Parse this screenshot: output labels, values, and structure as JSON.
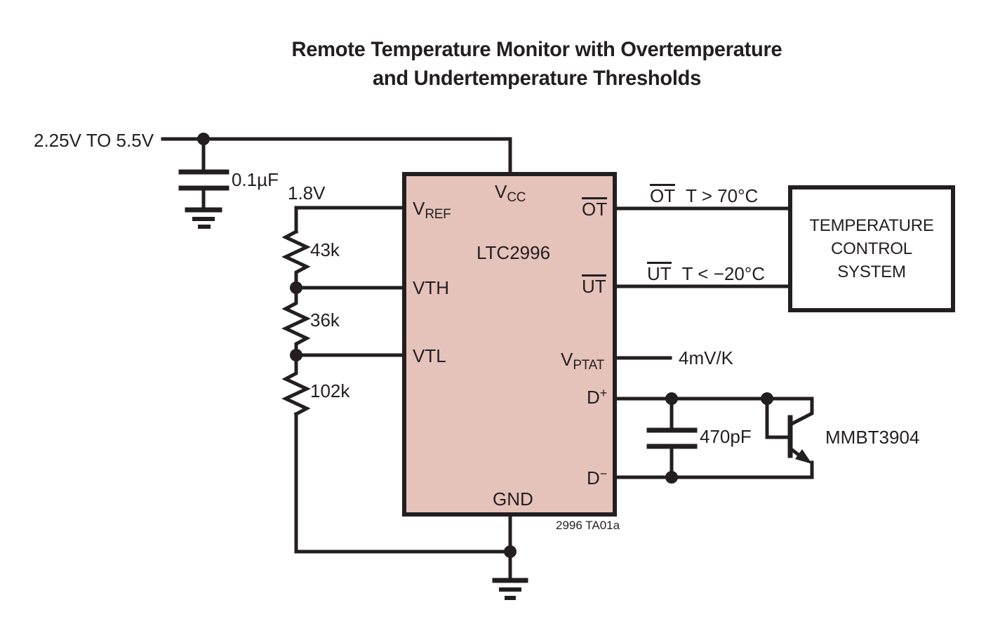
{
  "title": {
    "line1": "Remote Temperature Monitor with Overtemperature",
    "line2": "and Undertemperature Thresholds"
  },
  "colors": {
    "line": "#231f20",
    "ic_fill": "#e5c2ba",
    "box_fill": "#ffffff"
  },
  "supply": {
    "range": "2.25V TO 5.5V",
    "bypass_cap": "0.1µF"
  },
  "divider": {
    "reference": "1.8V",
    "r_top": "43k",
    "r_mid": "36k",
    "r_bottom": "102k"
  },
  "ic": {
    "part": "LTC2996",
    "note": "2996 TA01a",
    "pins": {
      "vcc": {
        "base": "V",
        "sub": "CC"
      },
      "vref": {
        "base": "V",
        "sub": "REF"
      },
      "vth": "VTH",
      "vtl": "VTL",
      "ot": "OT",
      "ut": "UT",
      "vptat": {
        "base": "V",
        "sub": "PTAT"
      },
      "d_plus": {
        "base": "D",
        "sup": "+"
      },
      "d_minus": {
        "base": "D",
        "sup": "−"
      },
      "gnd": "GND"
    }
  },
  "outputs": {
    "ot": {
      "signal": "OT",
      "condition": "T > 70°C"
    },
    "ut": {
      "signal": "UT",
      "condition": "T < −20°C"
    },
    "vptat": "4mV/K"
  },
  "control_box": {
    "line1": "TEMPERATURE",
    "line2": "CONTROL",
    "line3": "SYSTEM"
  },
  "remote_sensor": {
    "filter_cap": "470pF",
    "transistor": "MMBT3904"
  }
}
